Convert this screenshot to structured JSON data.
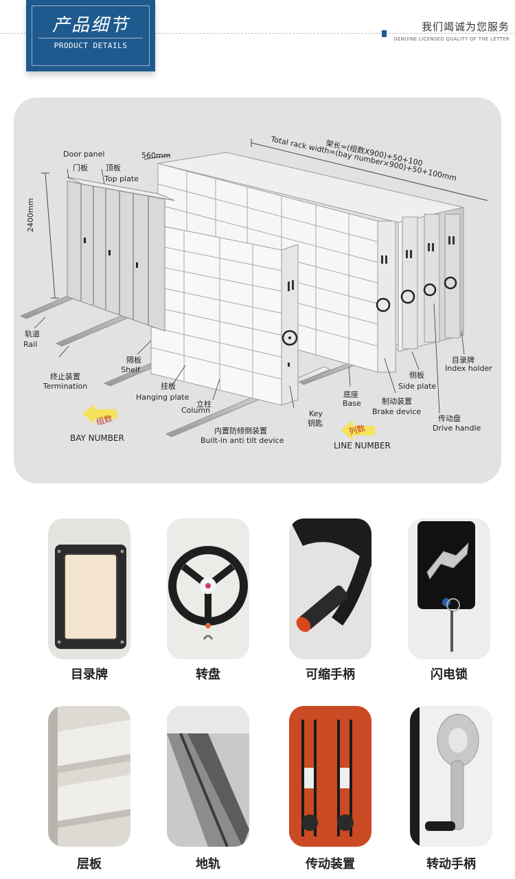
{
  "header": {
    "title": "产品细节",
    "subtitle": "PRODUCT DETAILS",
    "right_cn": "我们竭诚为您服务",
    "right_en": "GENUINE LICENSED QUALITY OF THE LETTER"
  },
  "diagram": {
    "door_panel": "Door panel",
    "door_panel_cn": "门板",
    "top_plate_cn": "顶板",
    "top_plate": "Top plate",
    "depth": "560mm",
    "height": "2400mm",
    "total_length_cn": "架长=(组数X900)+50+100",
    "total_length_en": "Total rack width=(bay number×900)+50+100mm",
    "rail_cn": "轨道",
    "rail": "Rail",
    "termination_cn": "终止装置",
    "termination": "Termination",
    "shelf_cn": "隔板",
    "shelf": "Shelf",
    "hanging_plate_cn": "挂板",
    "hanging_plate": "Hanging plate",
    "column_cn": "立柱",
    "column": "Column",
    "anti_tilt_cn": "内置防倾倒装置",
    "anti_tilt": "Built-in anti tilt device",
    "key": "Key",
    "key_cn": "钥匙",
    "base_cn": "底座",
    "base": "Base",
    "brake_cn": "制动装置",
    "brake": "Brake device",
    "side_plate_cn": "侧板",
    "side_plate": "Side plate",
    "index_holder_cn": "目录牌",
    "index_holder": "Index holder",
    "drive_handle_cn": "传动盘",
    "drive_handle": "Drive handle",
    "bay_tag": "组数",
    "bay_number": "BAY NUMBER",
    "line_tag": "列数",
    "line_number": "LINE NUMBER"
  },
  "products": [
    {
      "label": "目录牌"
    },
    {
      "label": "转盘"
    },
    {
      "label": "可缩手柄"
    },
    {
      "label": "闪电锁"
    },
    {
      "label": "层板"
    },
    {
      "label": "地轨"
    },
    {
      "label": "传动装置"
    },
    {
      "label": "转动手柄"
    }
  ],
  "colors": {
    "brand_blue": "#1f5a8e",
    "panel_bg": "#e2e2e2",
    "arrow_yellow": "#f5e25a"
  }
}
